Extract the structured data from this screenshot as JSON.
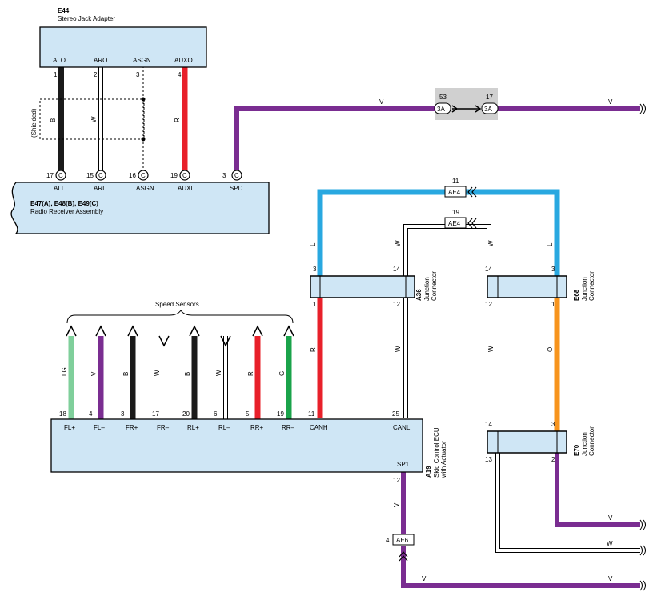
{
  "colors": {
    "purple": "#7a2d91",
    "blue": "#29a8e0",
    "red": "#e8202a",
    "black": "#1a1a1a",
    "orange": "#f7941d",
    "lightgreen": "#7fcf9b",
    "green": "#1aa34a",
    "box_fill": "#cfe6f5",
    "junction_fill": "#d0d0d0"
  },
  "e44": {
    "code": "E44",
    "name": "Stereo Jack Adapter",
    "pins": [
      {
        "label": "ALO",
        "num": "1"
      },
      {
        "label": "ARO",
        "num": "2"
      },
      {
        "label": "ASGN",
        "num": "3"
      },
      {
        "label": "AUXO",
        "num": "4"
      }
    ]
  },
  "shielded": "(Shielded)",
  "radio": {
    "codes": "E47(A), E48(B), E49(C)",
    "name": "Radio Receiver Assembly",
    "pins": [
      {
        "label": "ALI",
        "num": "17",
        "conn": "C"
      },
      {
        "label": "ARI",
        "num": "15",
        "conn": "C"
      },
      {
        "label": "ASGN",
        "num": "16",
        "conn": "C"
      },
      {
        "label": "AUXI",
        "num": "19",
        "conn": "C"
      },
      {
        "label": "SPD",
        "num": "3",
        "conn": "C"
      }
    ]
  },
  "wire_colors": {
    "b": "B",
    "w": "W",
    "r": "R",
    "v": "V",
    "l": "L",
    "o": "O",
    "lg": "LG",
    "g": "G"
  },
  "junction_3a": {
    "left_num": "53",
    "right_num": "17",
    "label": "3A"
  },
  "ae4": {
    "label": "AE4",
    "num_l": "11",
    "num_w": "19"
  },
  "ae6": {
    "label": "AE6",
    "num": "4"
  },
  "a36": {
    "code": "A36",
    "name1": "Junction",
    "name2": "Connector",
    "pins": [
      "3",
      "14",
      "1",
      "12"
    ]
  },
  "e68": {
    "code": "E68",
    "name1": "Junction",
    "name2": "Connector",
    "pins": [
      "14",
      "3",
      "12",
      "1"
    ]
  },
  "e70": {
    "code": "E70",
    "name1": "Junction",
    "name2": "Connector",
    "pins": [
      "14",
      "3",
      "13",
      "2"
    ]
  },
  "speed_sensors": "Speed Sensors",
  "ecu": {
    "code": "A19",
    "name1": "Skid Control ECU",
    "name2": "with Actuator",
    "pins": [
      {
        "label": "FL+",
        "num": "18",
        "wire": "LG"
      },
      {
        "label": "FL–",
        "num": "4",
        "wire": "V"
      },
      {
        "label": "FR+",
        "num": "3",
        "wire": "B"
      },
      {
        "label": "FR–",
        "num": "17",
        "wire": "W"
      },
      {
        "label": "RL+",
        "num": "20",
        "wire": "B"
      },
      {
        "label": "RL–",
        "num": "6",
        "wire": "W"
      },
      {
        "label": "RR+",
        "num": "5",
        "wire": "R"
      },
      {
        "label": "RR–",
        "num": "19",
        "wire": "G"
      },
      {
        "label": "CANH",
        "num": "11"
      },
      {
        "label": "CANL",
        "num": "25"
      }
    ],
    "sp1": "SP1",
    "sp1_num": "12"
  }
}
